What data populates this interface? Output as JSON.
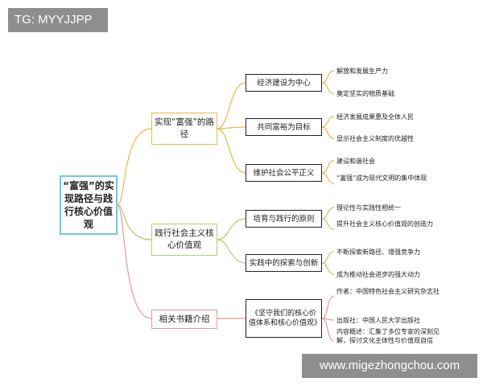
{
  "watermarks": {
    "top_left": "TG: MYYJJPP",
    "bottom_right": "www.migezhongchou.com"
  },
  "colors": {
    "root_border": "#6fc7e3",
    "branch1": "#e8b94a",
    "branch2": "#a8d171",
    "branch3": "#e39b9b"
  },
  "root": {
    "label": "“富强”的实现路径与践行核心价值观"
  },
  "branches": [
    {
      "label": "实现“富强”的路径",
      "children": [
        {
          "label": "经济建设为中心",
          "leaves": [
            "解放和发展生产力",
            "奠定坚实的物质基础"
          ]
        },
        {
          "label": "共同富裕为目标",
          "leaves": [
            "经济发展成果惠及全体人民",
            "显示社会主义制度的优越性"
          ]
        },
        {
          "label": "维护社会公平正义",
          "leaves": [
            "建设和谐社会",
            "“富强”成为现代文明的集中体现"
          ]
        }
      ]
    },
    {
      "label": "践行社会主义核心价值观",
      "children": [
        {
          "label": "培育与践行的原则",
          "leaves": [
            "理论性与实践性相统一",
            "提升社会主义核心价值观的创造力"
          ]
        },
        {
          "label": "实践中的探索与创新",
          "leaves": [
            "不断探索新路径、增强竞争力",
            "成为推动社会进步的强大动力"
          ]
        }
      ]
    },
    {
      "label": "相关书籍介绍",
      "children": [
        {
          "label": "《坚守我们的核心价值体系和核心价值观》",
          "leaves": [
            "作者：中国特色社会主义研究杂志社",
            "出版社：中国人民大学出版社",
            "内容概述：汇集了多位专家的深刻见解，探讨文化主体性与价值观自信"
          ]
        }
      ]
    }
  ]
}
